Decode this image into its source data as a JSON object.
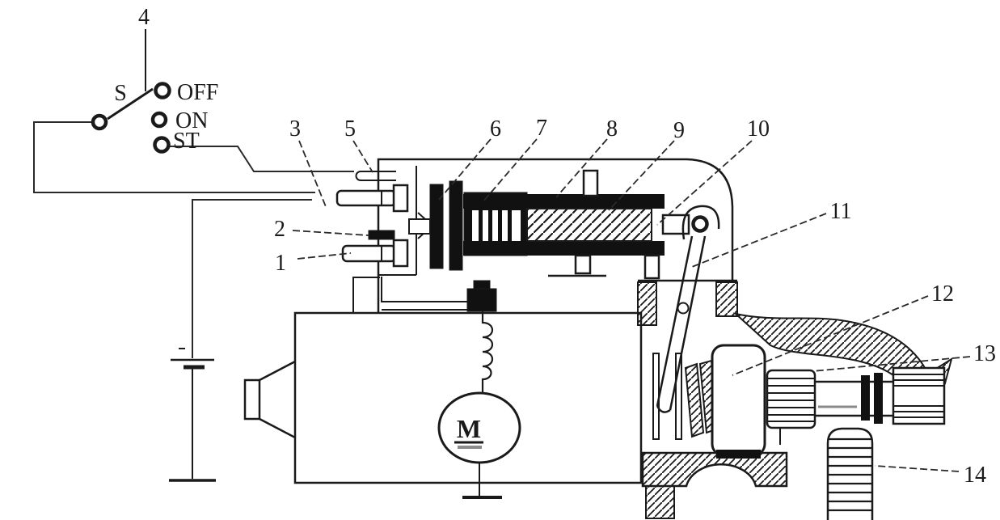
{
  "diagram_type": "starter-motor-circuit-cutaway",
  "colors": {
    "ink": "#1a1a1a",
    "paper": "#ffffff",
    "shade_gray": "#8a8a8a"
  },
  "switch": {
    "name_label": "S",
    "positions": {
      "off": "OFF",
      "on": "ON",
      "st": "ST"
    }
  },
  "motor": {
    "label": "M"
  },
  "labels": {
    "s": "S",
    "off": "OFF",
    "on": "ON",
    "st": "ST",
    "m": "M",
    "n1": "1",
    "n2": "2",
    "n3": "3",
    "n4": "4",
    "n5": "5",
    "n6": "6",
    "n7": "7",
    "n8": "8",
    "n9": "9",
    "n10": "10",
    "n11": "11",
    "n12": "12",
    "n13": "13",
    "n14": "14"
  }
}
